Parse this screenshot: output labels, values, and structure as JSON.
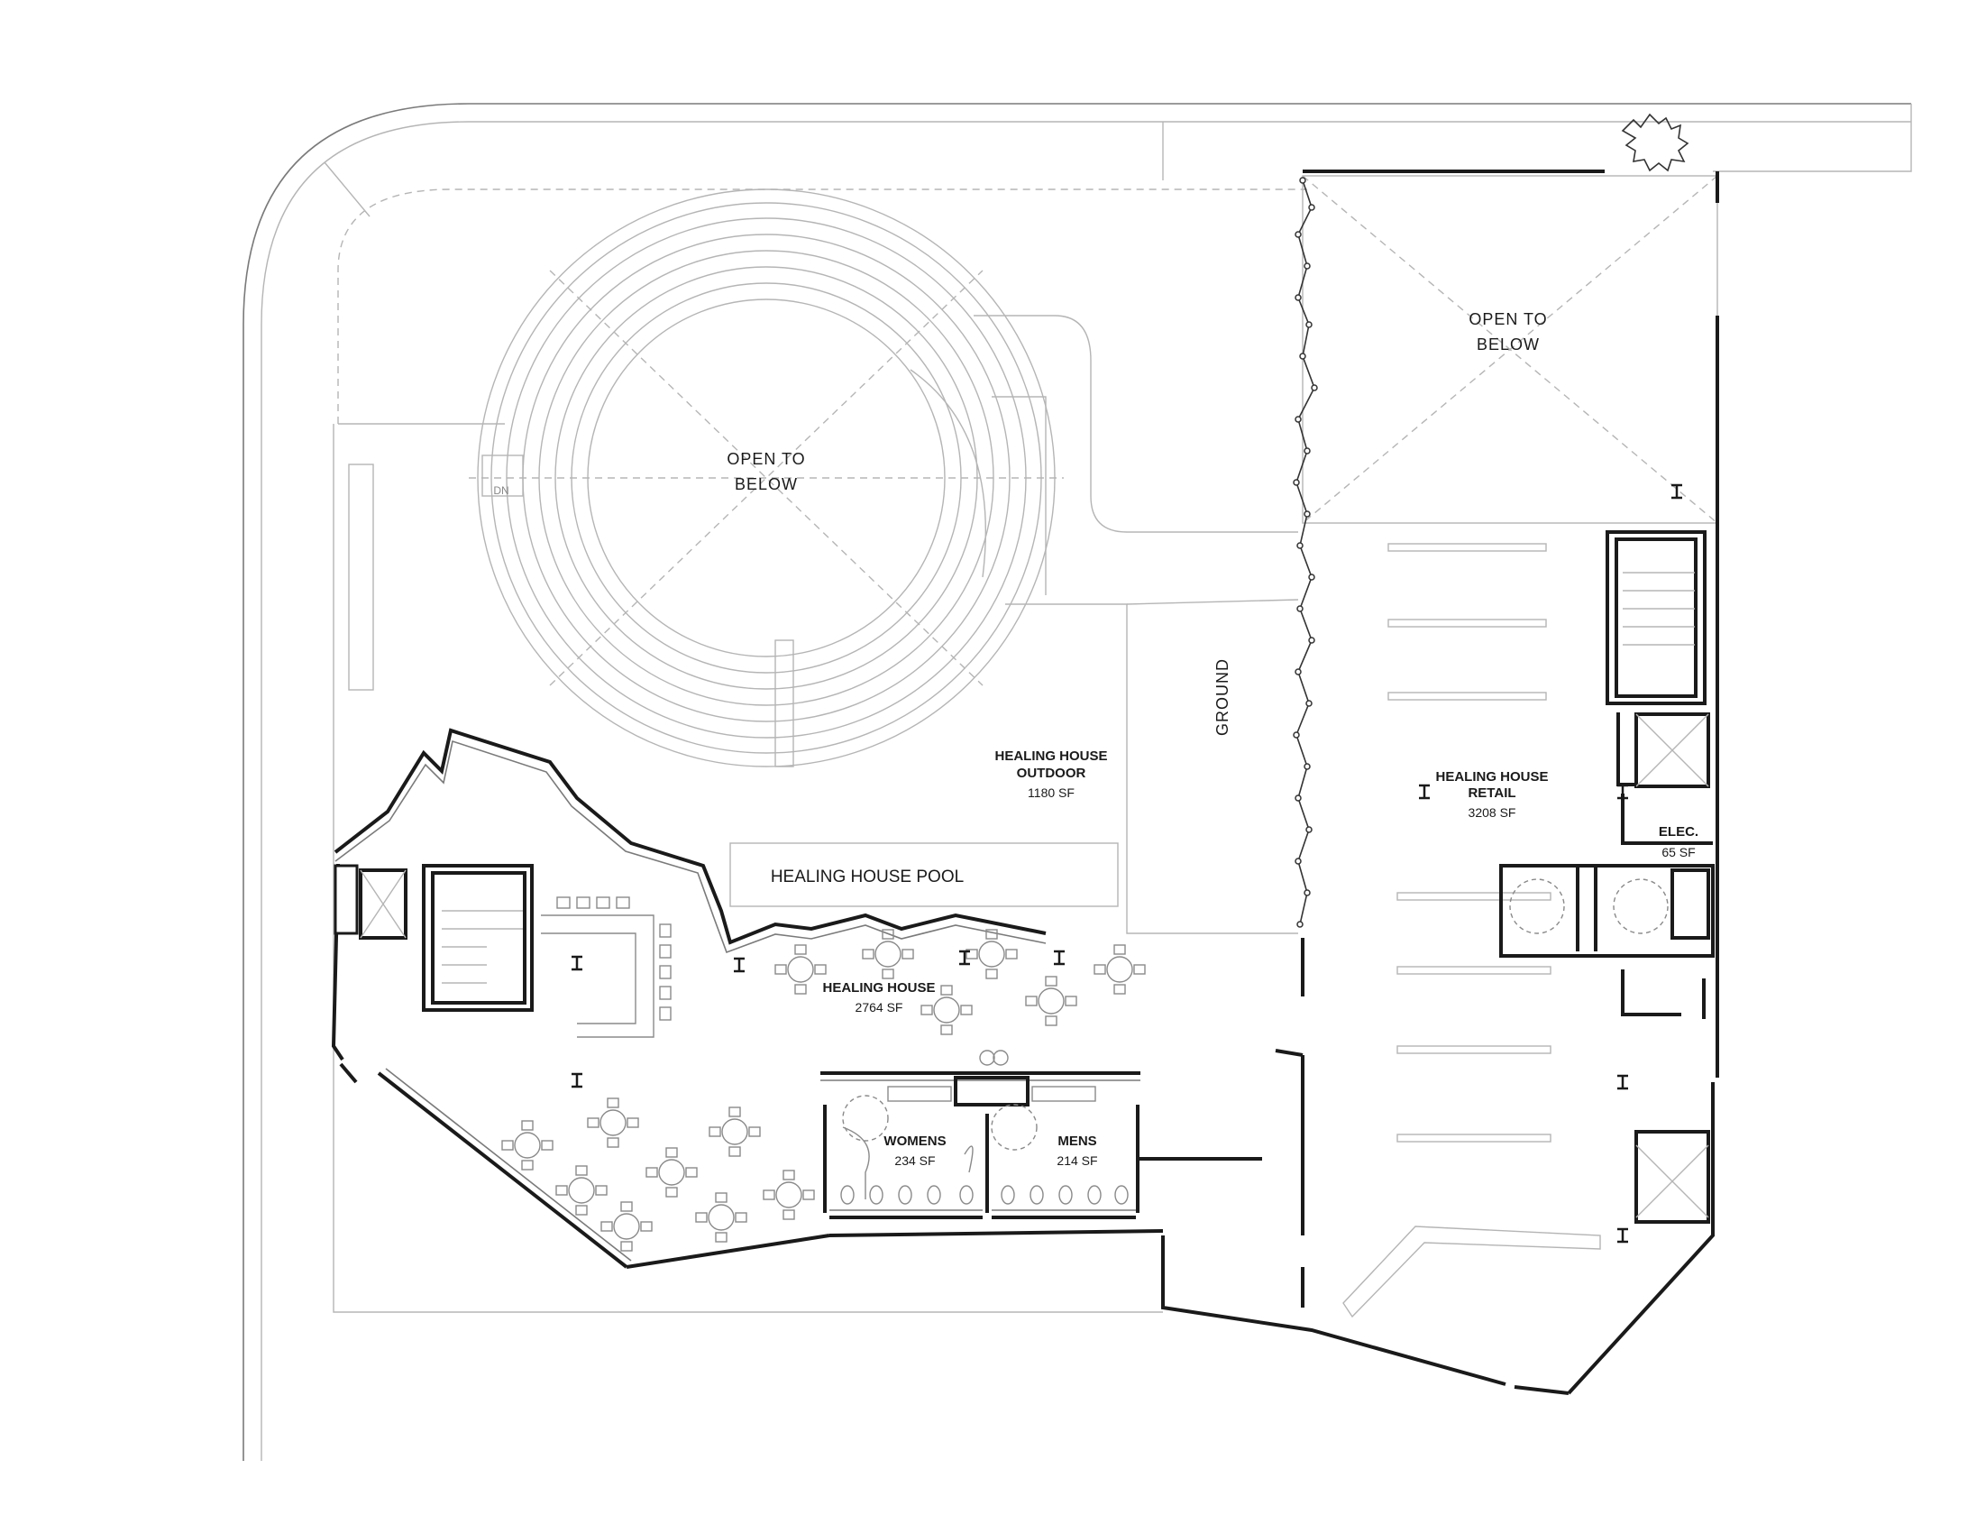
{
  "rooms": {
    "open_below_left": {
      "line1": "OPEN TO",
      "line2": "BELOW"
    },
    "open_below_right": {
      "line1": "OPEN TO",
      "line2": "BELOW"
    },
    "stair_dn": "DN",
    "ground": "GROUND",
    "outdoor": {
      "line1": "HEALING HOUSE",
      "line2": "OUTDOOR",
      "area": "1180 SF"
    },
    "pool": "HEALING HOUSE POOL",
    "healing_house": {
      "line1": "HEALING HOUSE",
      "area": "2764 SF"
    },
    "retail": {
      "line1": "HEALING HOUSE",
      "line2": "RETAIL",
      "area": "3208 SF"
    },
    "elec": {
      "line1": "ELEC.",
      "area": "65 SF"
    },
    "womens": {
      "line1": "WOMENS",
      "area": "234 SF"
    },
    "mens": {
      "line1": "MENS",
      "area": "214 SF"
    }
  },
  "colors": {
    "wall": "#1a1a1a",
    "light_line": "#b5b5b5",
    "background": "#ffffff"
  }
}
